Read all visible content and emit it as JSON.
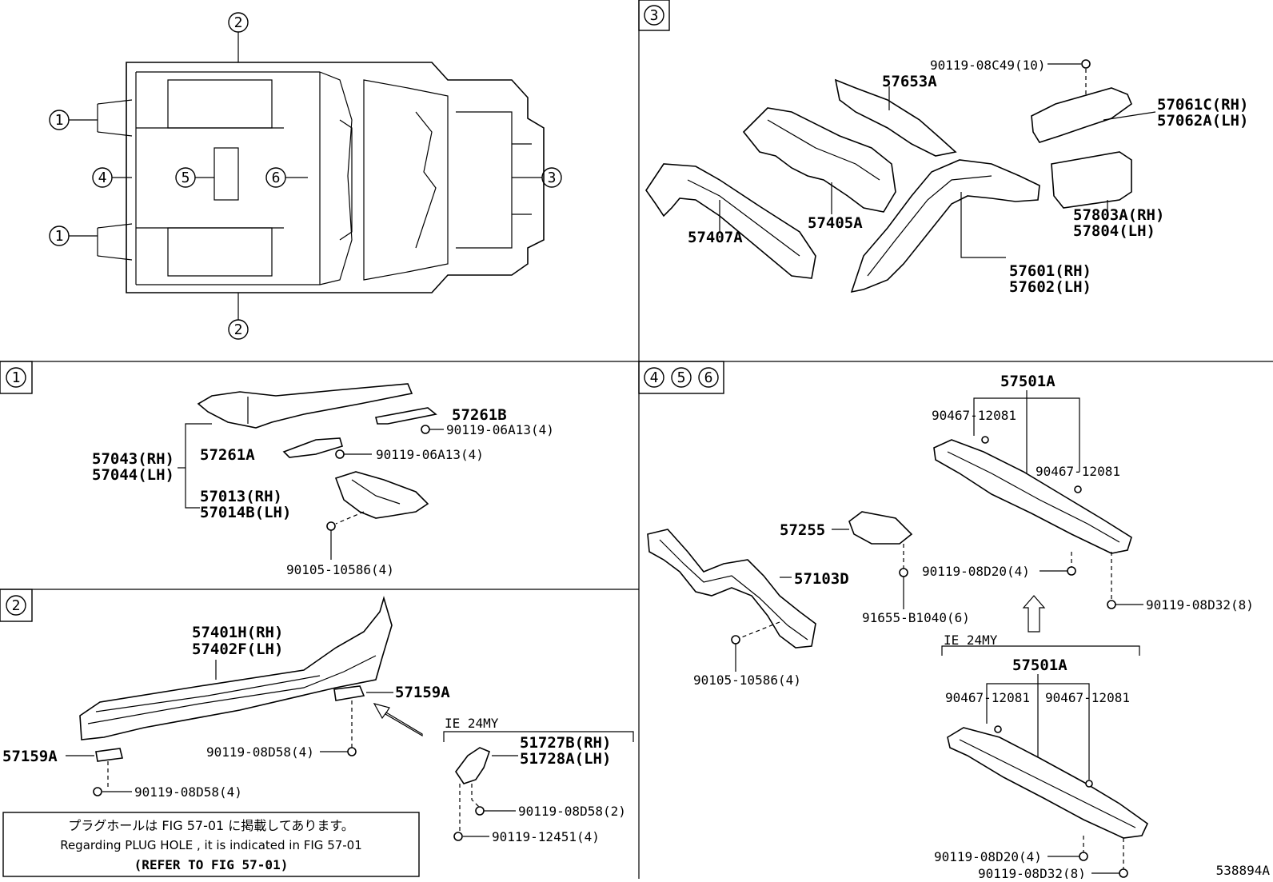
{
  "figure_id": "538894A",
  "callouts": {
    "c1": "1",
    "c2": "2",
    "c3": "3",
    "c4": "4",
    "c5": "5",
    "c6": "6"
  },
  "panel3": {
    "p_57653A": "57653A",
    "p_90119_08C49": "90119-08C49(10)",
    "p_57061C": "57061C(RH)",
    "p_57062A": "57062A(LH)",
    "p_57405A": "57405A",
    "p_57407A": "57407A",
    "p_57803A": "57803A(RH)",
    "p_57804": "57804(LH)",
    "p_57601": "57601(RH)",
    "p_57602": "57602(LH)"
  },
  "panel1": {
    "p_57261B": "57261B",
    "p_90119_06A13_a": "90119-06A13(4)",
    "p_57261A": "57261A",
    "p_90119_06A13_b": "90119-06A13(4)",
    "p_57043": "57043(RH)",
    "p_57044": "57044(LH)",
    "p_57013": "57013(RH)",
    "p_57014B": "57014B(LH)",
    "p_90105_10586": "90105-10586(4)"
  },
  "panel2": {
    "p_57401H": "57401H(RH)",
    "p_57402F": "57402F(LH)",
    "p_57159A_r": "57159A",
    "p_57159A_l": "57159A",
    "p_90119_08D58_a": "90119-08D58(4)",
    "p_90119_08D58_b": "90119-08D58(4)",
    "ie_tag": "IE 24MY",
    "p_51727B": "51727B(RH)",
    "p_51728A": "51728A(LH)",
    "p_90119_08D58_c": "90119-08D58(2)",
    "p_90119_12451": "90119-12451(4)"
  },
  "note": {
    "jp": "プラグホールは FIG 57-01 に掲載してあります。",
    "en": "Regarding PLUG HOLE , it is indicated in FIG 57-01",
    "ref": "(REFER TO FIG 57-01)"
  },
  "panel456": {
    "p_57501A_top": "57501A",
    "p_90467_a": "90467-12081",
    "p_90467_b": "90467-12081",
    "p_57255": "57255",
    "p_57103D": "57103D",
    "p_90119_08D20_a": "90119-08D20(4)",
    "p_90119_08D32_a": "90119-08D32(8)",
    "p_91655": "91655-B1040(6)",
    "p_90105_10586": "90105-10586(4)",
    "ie_tag": "IE 24MY",
    "p_57501A_bot": "57501A",
    "p_90467_c": "90467-12081",
    "p_90467_d": "90467-12081",
    "p_90119_08D20_b": "90119-08D20(4)",
    "p_90119_08D32_b": "90119-08D32(8)"
  }
}
